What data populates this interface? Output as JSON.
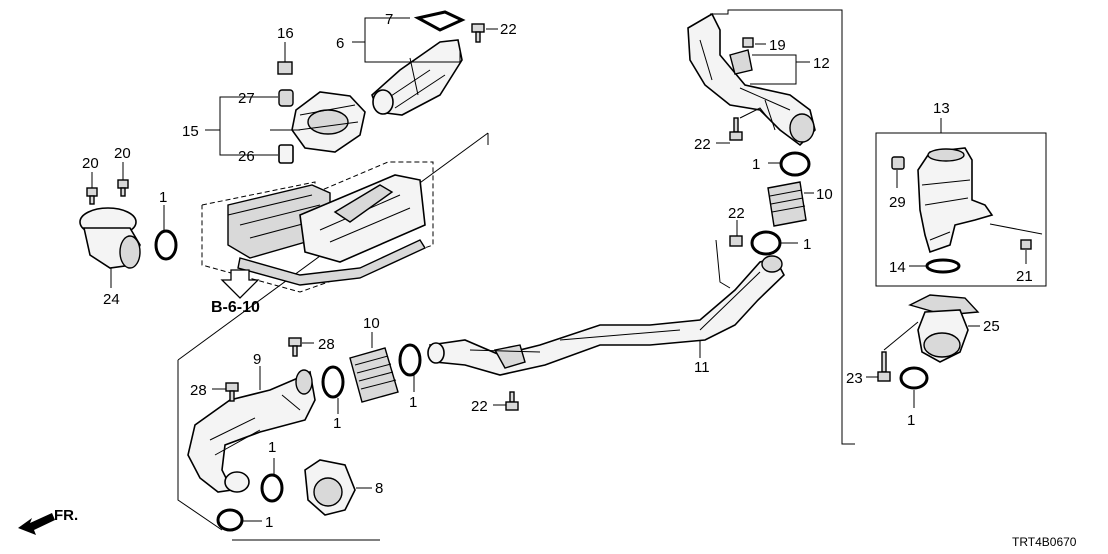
{
  "diagram": {
    "reference": "B-6-10",
    "direction_marker": "FR.",
    "code": "TRT4B0670",
    "callouts": {
      "c1a": "1",
      "c1b": "1",
      "c1c": "1",
      "c1d": "1",
      "c1e": "1",
      "c1f": "1",
      "c1g": "1",
      "c1h": "1",
      "c6": "6",
      "c7": "7",
      "c8": "8",
      "c9": "9",
      "c10a": "10",
      "c10b": "10",
      "c11": "11",
      "c12": "12",
      "c13": "13",
      "c14": "14",
      "c15": "15",
      "c16": "16",
      "c19": "19",
      "c20a": "20",
      "c20b": "20",
      "c21": "21",
      "c22a": "22",
      "c22b": "22",
      "c22c": "22",
      "c22d": "22",
      "c23": "23",
      "c24": "24",
      "c25": "25",
      "c26": "26",
      "c27": "27",
      "c28a": "28",
      "c28b": "28",
      "c29": "29"
    }
  }
}
